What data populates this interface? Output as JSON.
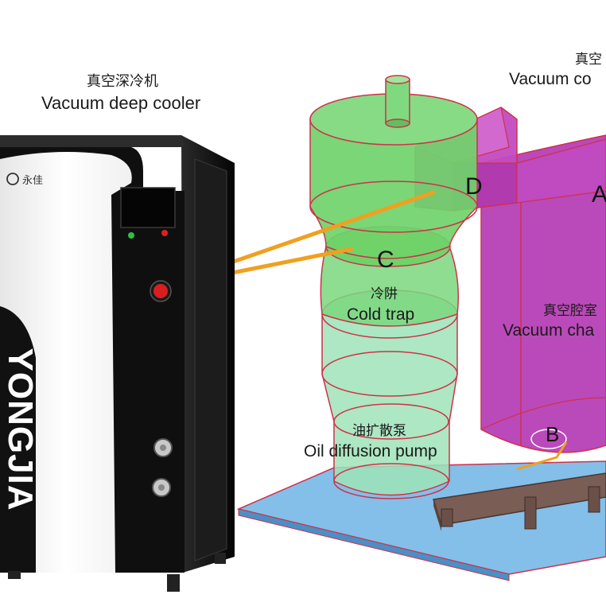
{
  "cooler": {
    "title_zh": "真空深冷机",
    "title_en": "Vacuum deep cooler",
    "brand_logo_text": "永佳",
    "vertical_brand": "YONGJIA"
  },
  "labels": {
    "d": "D",
    "c": "C",
    "a": "A",
    "b": "B",
    "cold_trap_zh": "冷阱",
    "cold_trap_en": "Cold trap",
    "pump_zh": "油扩散泵",
    "pump_en": "Oil diffusion pump",
    "chamber_zh": "真空腔室",
    "chamber_en": "Vacuum cha",
    "top_right_zh": "真空",
    "top_right_en": "Vacuum co"
  },
  "colors": {
    "trap_fill": "#6fd36a",
    "pump_fill": "#9fe3b8",
    "edge": "#d0304a",
    "chamber_fill": "#b43bb4",
    "pipe": "#f0a020",
    "base_fill": "#5aa9e0",
    "cabinet_dark": "#111111",
    "cabinet_light": "#f2f2f2"
  }
}
